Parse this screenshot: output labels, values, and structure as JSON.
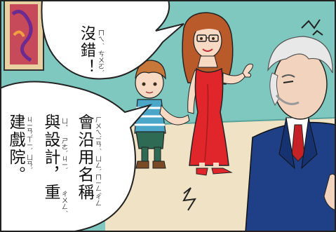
{
  "comic_panel": {
    "bubble_top": {
      "text": "沒錯！",
      "phonetics": [
        "ㄇㄟˊ",
        "ㄘㄨㄛˋ"
      ]
    },
    "bubble_left": {
      "line1": "會沿用名稱",
      "line2": "與設計，重",
      "line3": "建戲院。",
      "phonetics_line1": [
        "ㄏㄨㄟˋ",
        "ㄧㄢˊ",
        "ㄩㄥˋ",
        "ㄇㄧㄥˊ",
        "ㄔㄥ"
      ],
      "phonetics_line2": [
        "ㄩˇ",
        "ㄕㄜˋ",
        "ㄐㄧˋ",
        "ㄔㄨㄥˊ"
      ],
      "phonetics_line3": [
        "ㄐㄧㄢˋ",
        "ㄒㄧˋ",
        "ㄩㄢˋ"
      ]
    }
  },
  "colors": {
    "wall": "#7fc8bf",
    "floor": "#f0e2c4",
    "dress": "#e0262b",
    "suit": "#1f3f86",
    "tie": "#c42226",
    "hair_woman": "#b85a2a",
    "hair_boy": "#c7773a",
    "hair_man": "#e8e8e8"
  }
}
